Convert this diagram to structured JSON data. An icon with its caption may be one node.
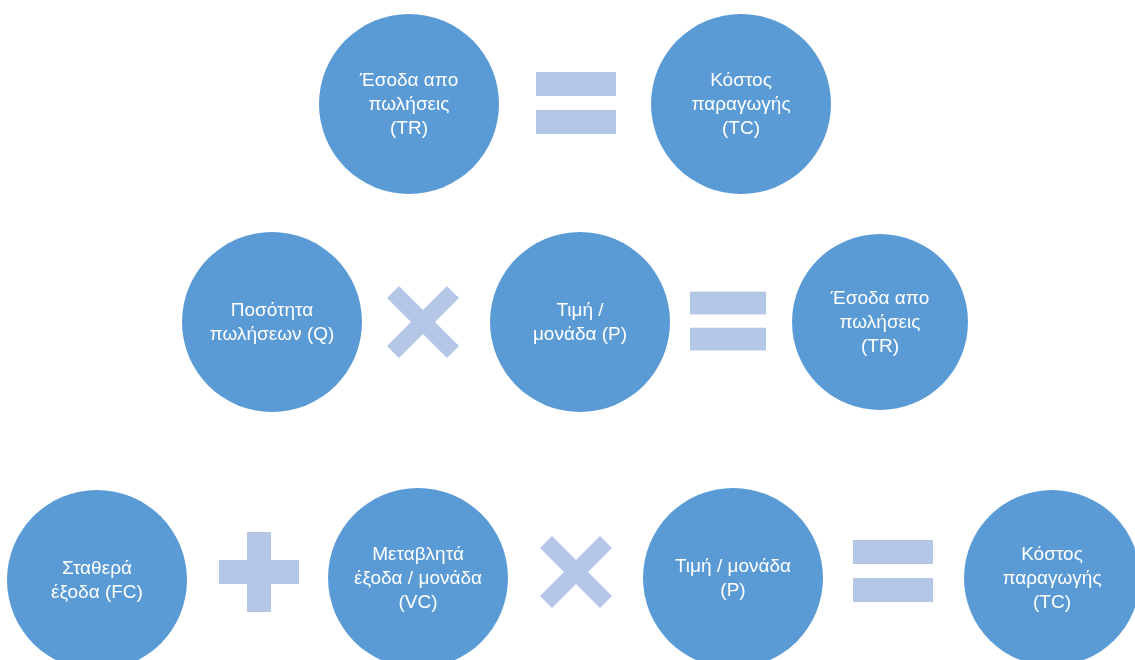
{
  "diagram": {
    "nodes": [
      {
        "text": [
          "Έσοδα απο πωλήσεις (TR)"
        ]
      },
      {
        "text": [],
        "shape": "equals"
      },
      {
        "text": [
          "Κόστος παραγωγής (TC)"
        ]
      },
      {
        "text": [
          "Ποσότητα πωλήσεων (Q)"
        ]
      },
      {
        "text": [],
        "shape": "times"
      },
      {
        "text": [
          "Τιμή / μονάδα (P)"
        ]
      },
      {
        "text": [],
        "shape": "equals"
      },
      {
        "text": [
          "Έσοδα απο πωλήσεις (TR)"
        ]
      },
      {
        "text": [
          "Σταθερά έξοδα (FC)"
        ]
      },
      {
        "text": [],
        "shape": "plus"
      },
      {
        "text": [
          "Μεταβλητά έξοδα / μονάδα (VC)"
        ]
      },
      {
        "text": [],
        "shape": "times"
      },
      {
        "text": [
          "Τιμή / μονάδα (P)"
        ]
      },
      {
        "text": [],
        "shape": "equals"
      },
      {
        "text": [
          "Κόστος παραγωγής (TC)"
        ]
      }
    ]
  }
}
